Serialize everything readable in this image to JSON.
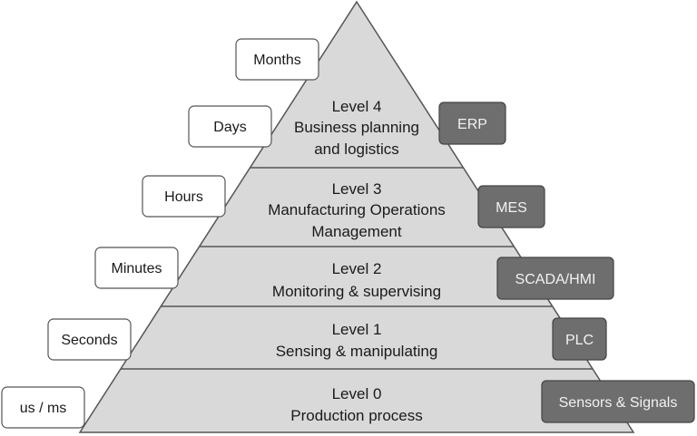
{
  "levels": [
    {
      "title": "Level 4",
      "lines": [
        "Business planning",
        "and logistics"
      ]
    },
    {
      "title": "Level 3",
      "lines": [
        "Manufacturing Operations",
        "Management"
      ]
    },
    {
      "title": "Level 2",
      "lines": [
        "Monitoring & supervising"
      ]
    },
    {
      "title": "Level 1",
      "lines": [
        "Sensing & manipulating"
      ]
    },
    {
      "title": "Level 0",
      "lines": [
        "Production process"
      ]
    }
  ],
  "timescales": [
    "Months",
    "Days",
    "Hours",
    "Minutes",
    "Seconds",
    "us / ms"
  ],
  "systems": [
    "ERP",
    "MES",
    "SCADA/HMI",
    "PLC",
    "Sensors & Signals"
  ],
  "colors": {
    "pyramid": "#d9d9d9",
    "system_box": "#6e6e6e",
    "outline": "#555555"
  }
}
